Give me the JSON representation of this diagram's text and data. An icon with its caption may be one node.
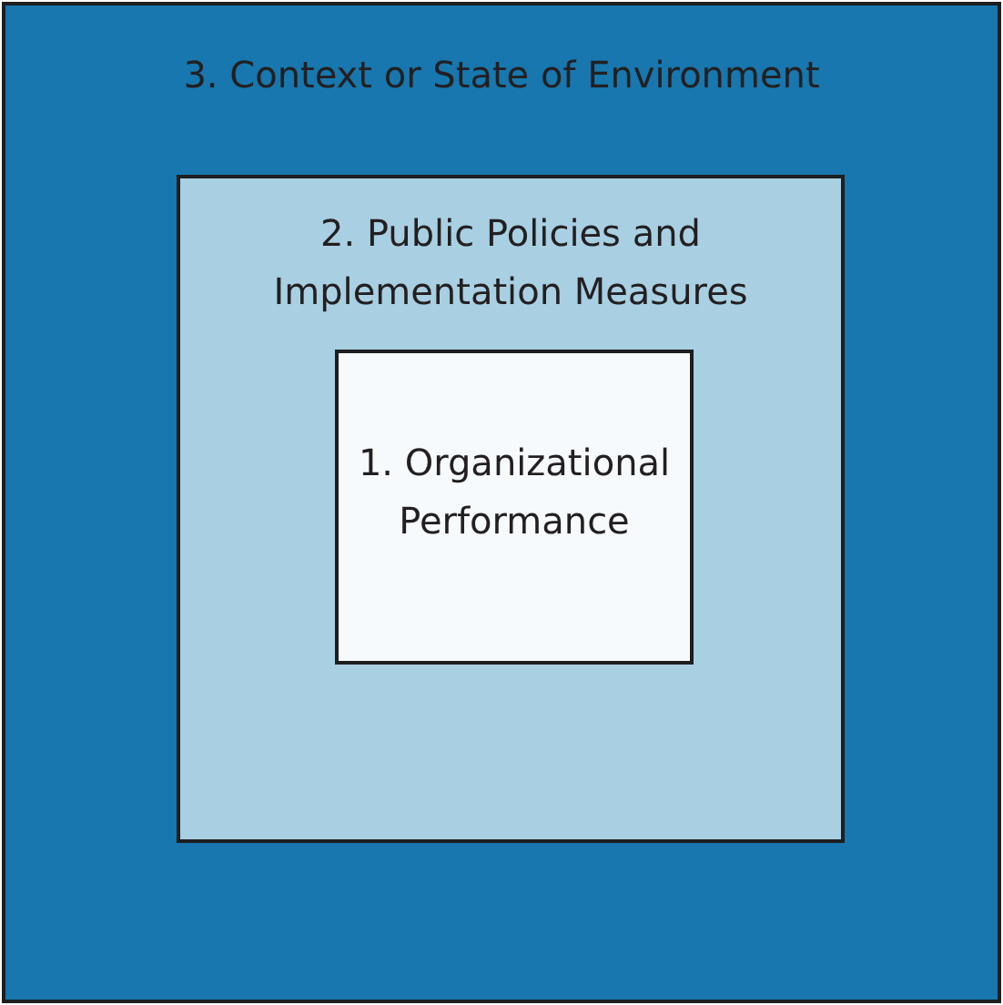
{
  "diagram": {
    "nodes": [
      {
        "text": [
          "3. Context or State of Environment"
        ]
      },
      {
        "text": [
          "2. Public Policies and Implementation Measures"
        ],
        "in": 0
      },
      {
        "text": [
          "1. Organizational Performance"
        ],
        "in": 1
      }
    ],
    "edges": []
  }
}
